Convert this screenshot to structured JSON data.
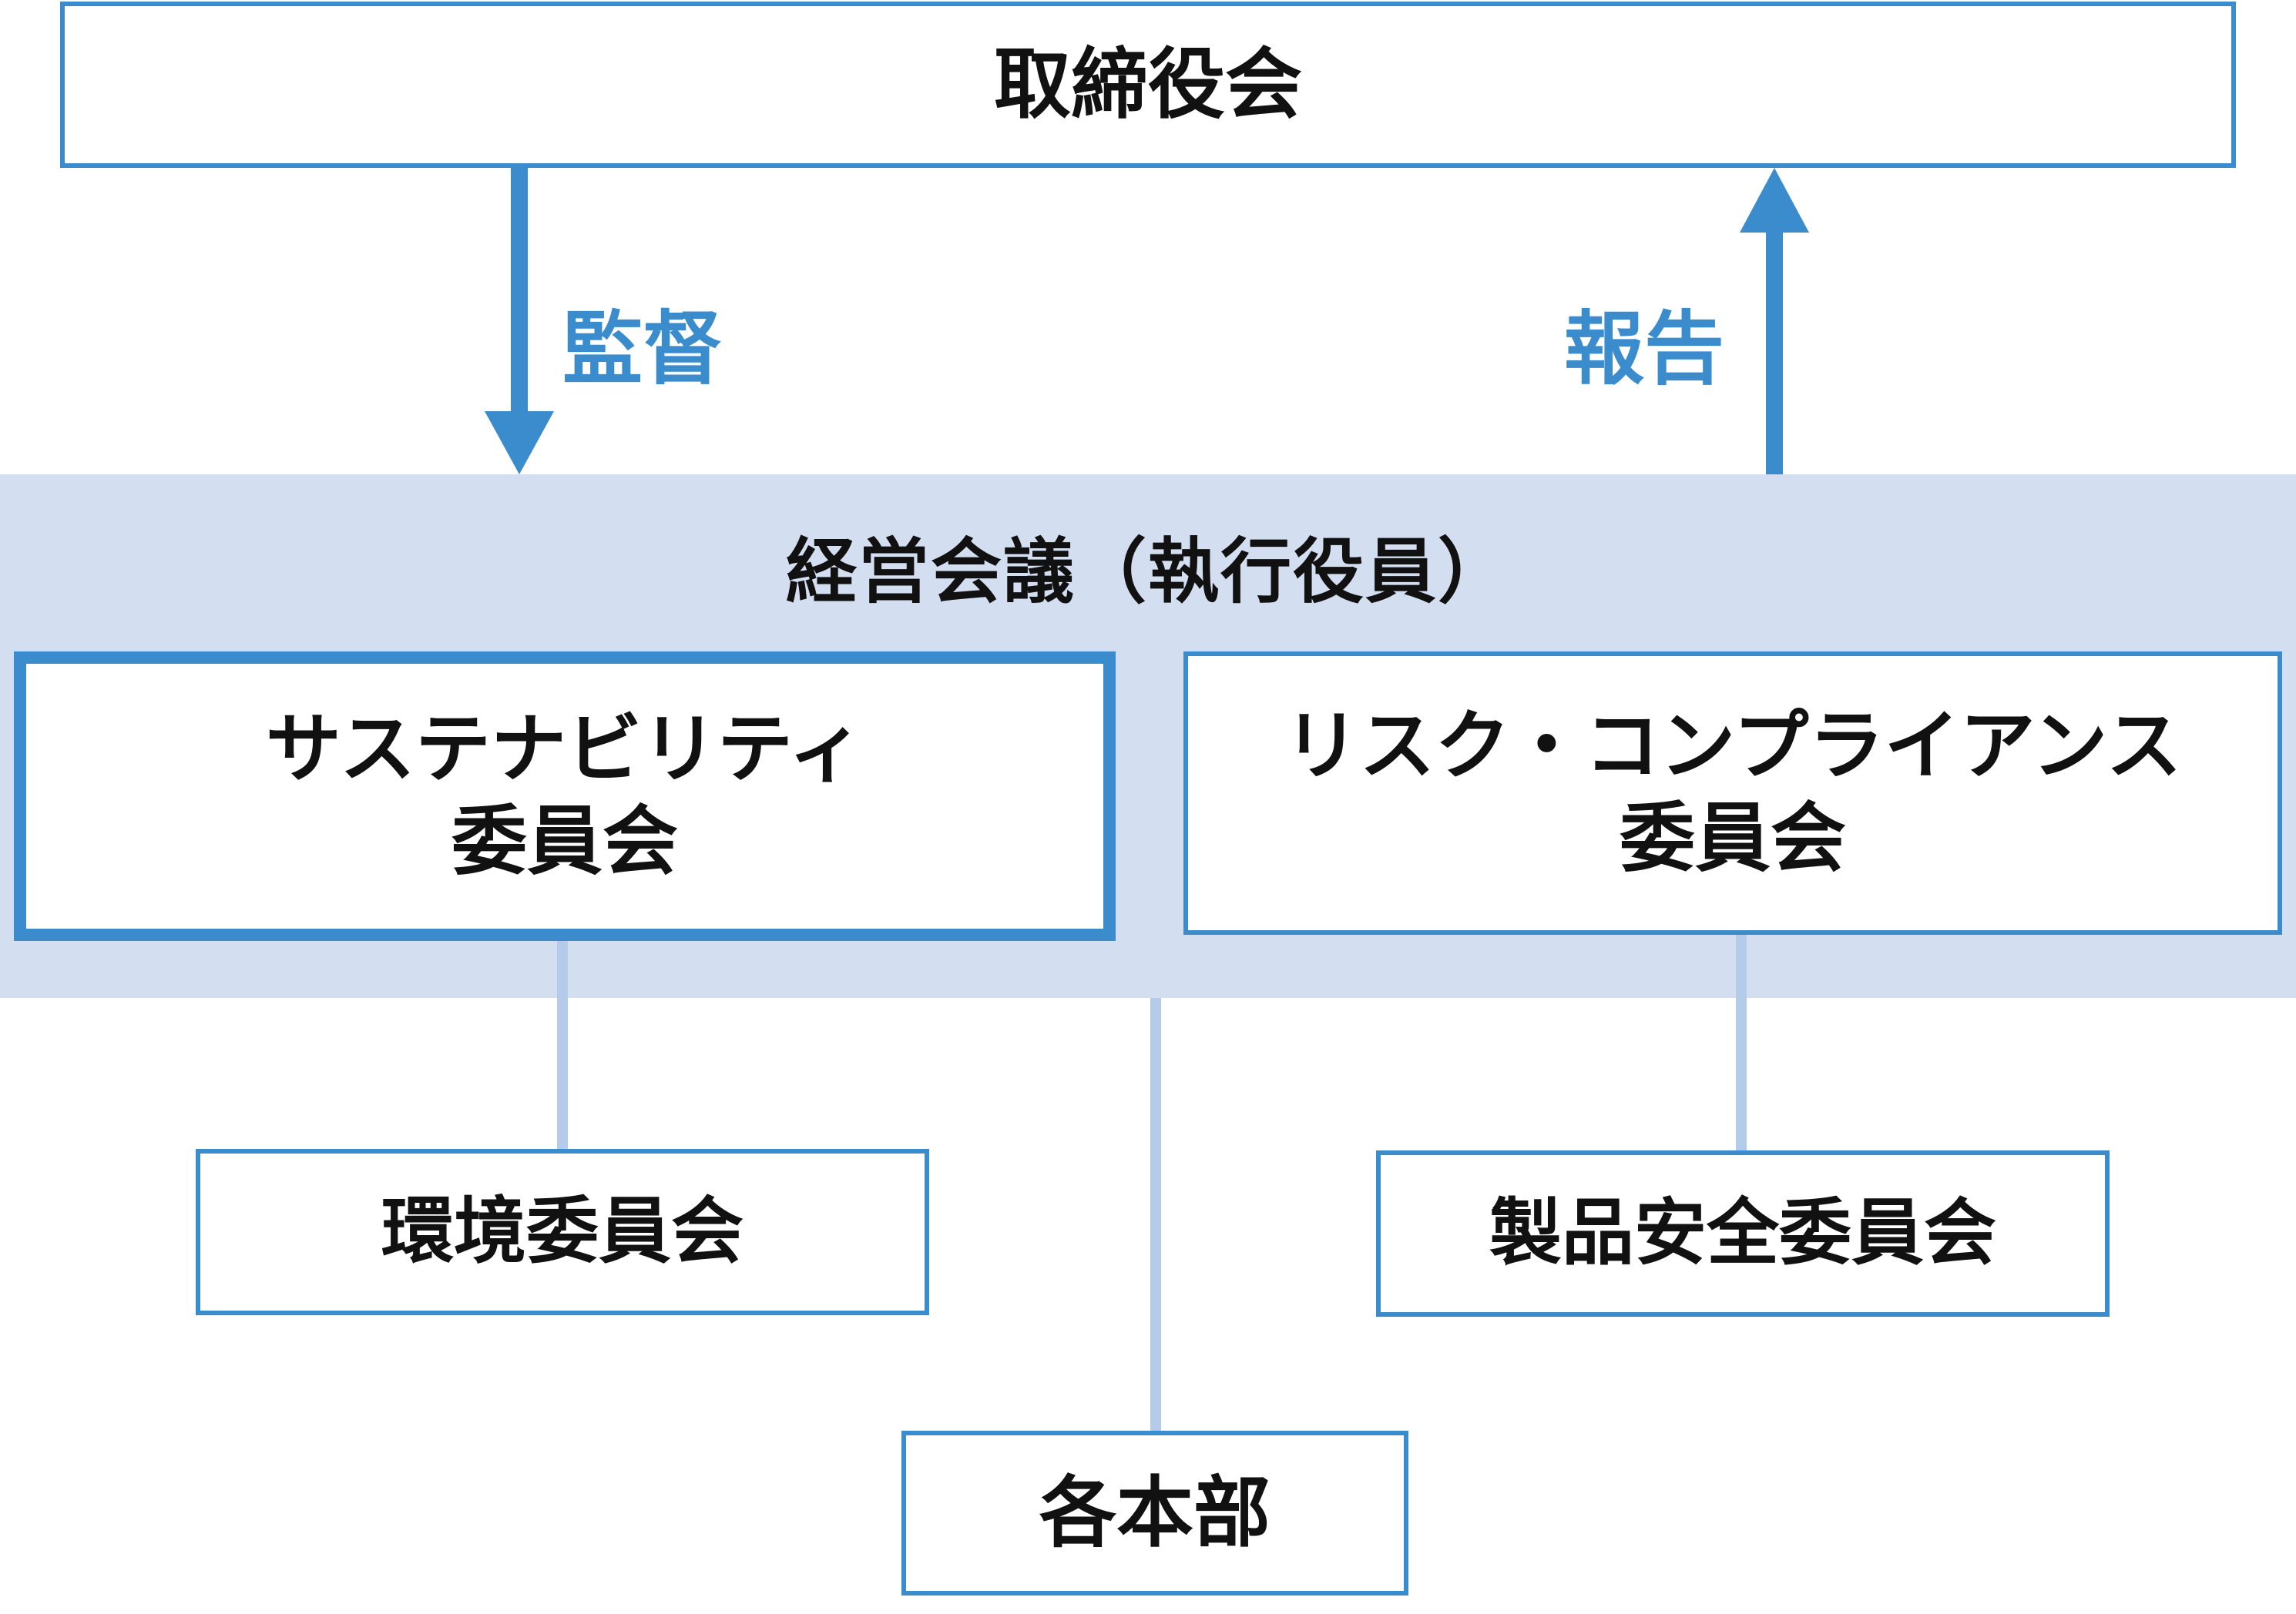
{
  "board": {
    "label": "取締役会"
  },
  "arrows": {
    "supervise_label": "監督",
    "report_label": "報告"
  },
  "executive": {
    "title": "経営会議（執行役員）",
    "sustainability": {
      "line1": "サステナビリティ",
      "line2": "委員会"
    },
    "risk_compliance": {
      "line1": "リスク・コンプライアンス",
      "line2": "委員会"
    }
  },
  "subcommittees": {
    "environment": "環境委員会",
    "product_safety": "製品安全委員会",
    "divisions": "各本部"
  },
  "colors": {
    "accent": "#3a8ccd",
    "band": "#d3dff1",
    "connector": "#b4cce9"
  }
}
